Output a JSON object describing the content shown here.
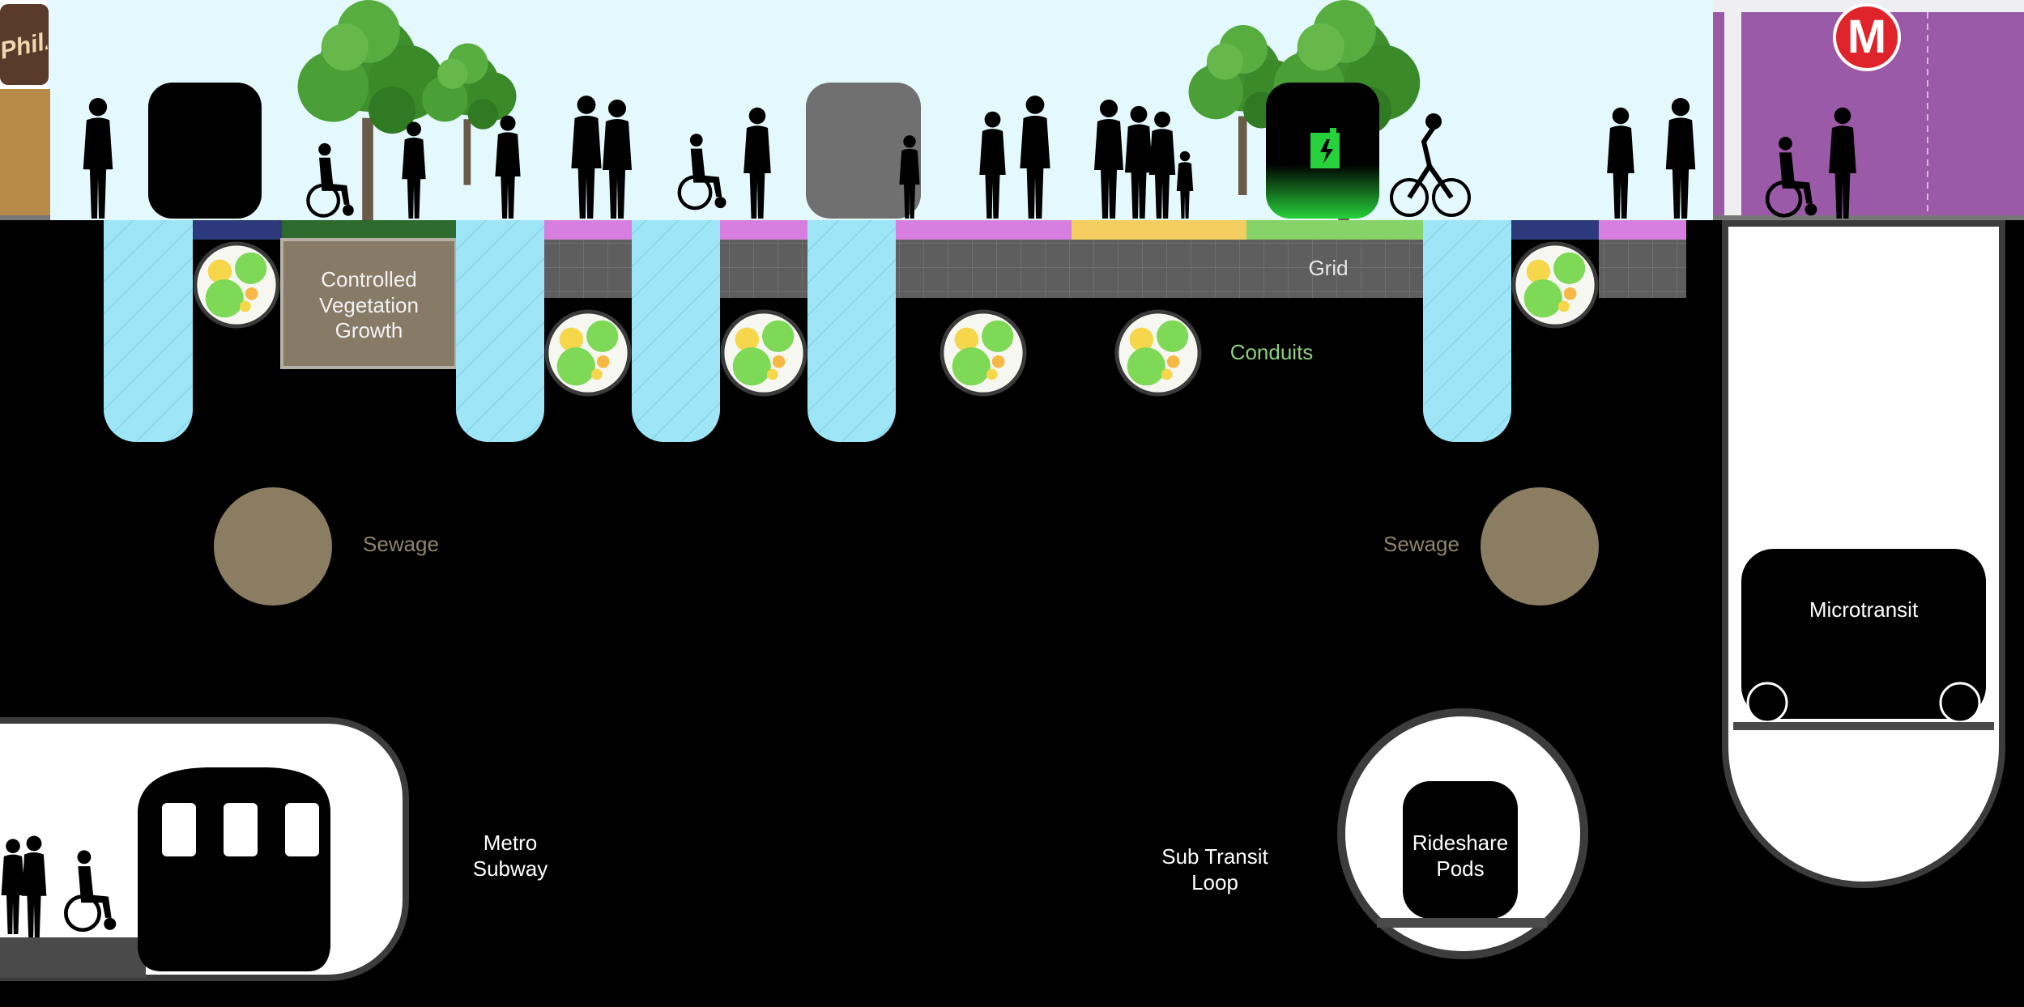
{
  "labels": {
    "controlled_vegetation": [
      "Controlled",
      "Vegetation",
      "Growth"
    ],
    "grid": "Grid",
    "conduits": "Conduits",
    "sewage_left": "Sewage",
    "sewage_right": "Sewage",
    "microtransit": "Microtransit",
    "metro_subway": [
      "Metro",
      "Subway"
    ],
    "sub_transit_loop": [
      "Sub Transit",
      "Loop"
    ],
    "rideshare_pods": [
      "Rideshare",
      "Pods"
    ],
    "metro_logo": "M",
    "shop_sign": "Philz"
  },
  "colors": {
    "sky": "#e4f9fd",
    "ground": "#000000",
    "water_pipe": "#9ee6f7",
    "sewage": "#8a7d62",
    "conduit_green": "#7ed957",
    "conduit_yellow": "#f6d64a",
    "conduit_orange": "#f7b946",
    "grid": "#5e5e5e",
    "vegetation_box": "#877b68",
    "lane_navy": "#2c3a7c",
    "lane_green": "#2d6a2d",
    "lane_pink": "#d77fe0",
    "lane_yellow": "#f4cd60",
    "lane_lightgreen": "#86d36a",
    "metro_building": "#9a5aa7",
    "metro_logo_red": "#e0242b",
    "tunnel_wall": "#3c3c3c",
    "charge_glow": "#27d13c"
  }
}
